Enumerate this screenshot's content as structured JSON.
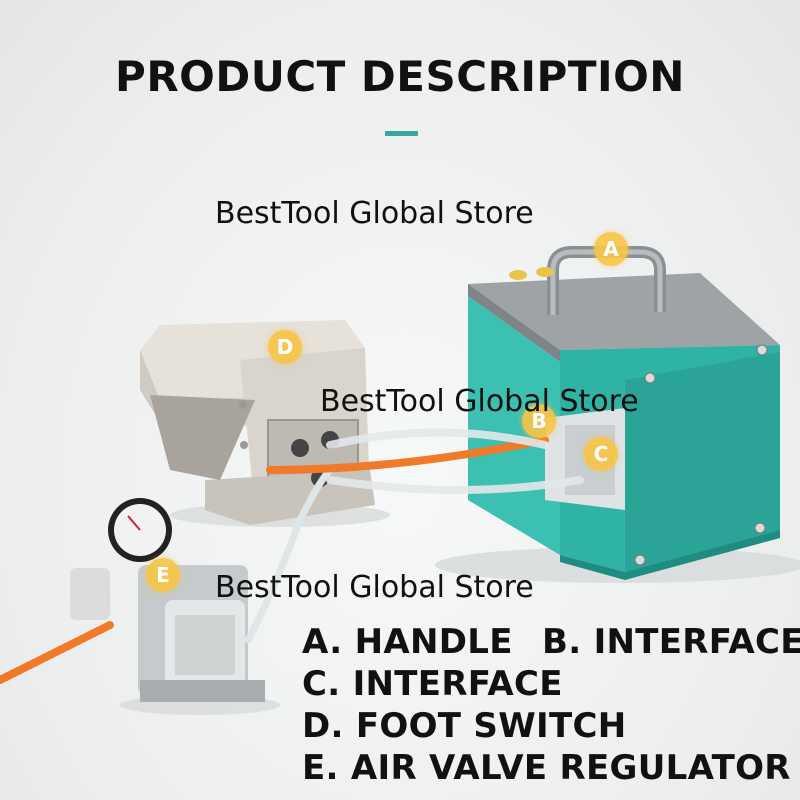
{
  "title": "PRODUCT DESCRIPTION",
  "watermarks": [
    "BestTool Global Store",
    "BestTool Global Store",
    "BestTool Global Store"
  ],
  "markers": [
    "A",
    "B",
    "C",
    "D",
    "E"
  ],
  "parts": {
    "a": "A. HANDLE",
    "b": "B. INTERFACE",
    "c": "C. INTERFACE",
    "d": "D. FOOT SWITCH",
    "e": "E. AIR VALVE REGULATOR"
  },
  "colors": {
    "accent": "#3aa6a0",
    "box_teal": "#2fb3a5",
    "hose": "#f07a2a",
    "marker": "#f6c446"
  }
}
